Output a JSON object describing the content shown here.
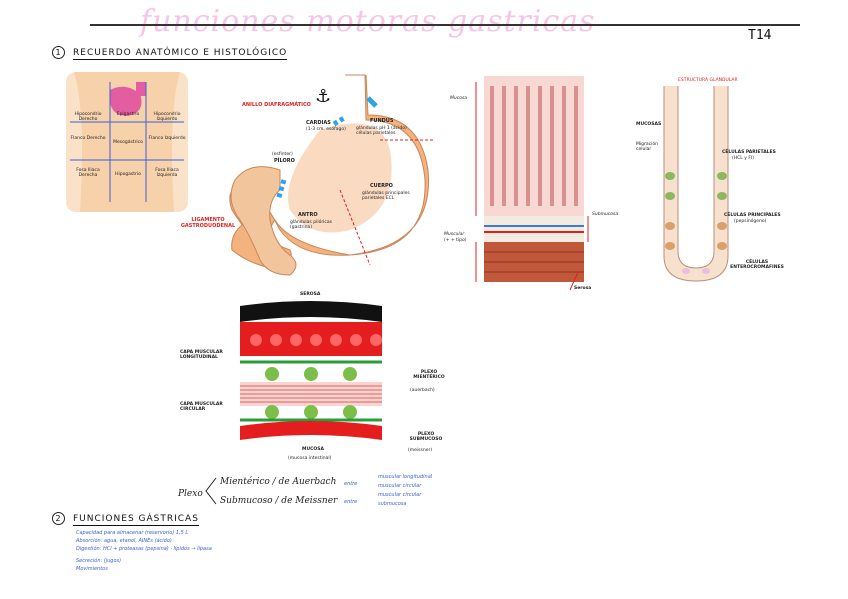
{
  "page": {
    "title": "funciones motoras gastricas",
    "tag": "T14"
  },
  "section1": {
    "number": "1",
    "heading": "Recuerdo anatómico e histológico"
  },
  "section2": {
    "number": "2",
    "heading": "Funciones gástricas"
  },
  "abdomen": {
    "regions": [
      "Hipocondrio Derecho",
      "Epigastrio",
      "Hipocondrio Izquierdo",
      "Flanco Derecho",
      "Mesogástrico",
      "Flanco Izquierdo",
      "Fosa Iliaca Derecha",
      "Hipogastrio",
      "Fosa Iliaca Izquierda"
    ]
  },
  "stomach": {
    "anillo": "ANILLO DIAFRAGMÁTICO",
    "cardias": "CARDIAS",
    "cardias_note": "(1-3 cm. esófago)",
    "fundus": "FUNDUS",
    "fundus_note": "glándulas pH 1 (ácido) células parietales",
    "piloro_note": "(esfínter)",
    "piloro": "PÍLORO",
    "cuerpo": "CUERPO",
    "cuerpo_note": "glándulas principales parietales ECL",
    "antro": "ANTRO",
    "antro_note": "glándulas pilóricas (gastrina)",
    "ligamento": "LIGAMENTO GASTRODUODENAL",
    "colors": {
      "stomach": "#f4b27f",
      "duodenum": "#f2c59c",
      "highlight": "#2ea3e6"
    }
  },
  "mucosa_block": {
    "mucosa": "Mucosa",
    "submucosa": "Submucosa",
    "muscular": "Muscular",
    "muscular_note": "(+ + tipo)",
    "serosa": "Serosa"
  },
  "gland": {
    "title": "ESTRUCTURA GLANDULAR",
    "mucosas": "MUCOSAS",
    "migracion": "Migración celular",
    "parietales": "CÉLULAS PARIETALES",
    "parietales_note": "(HCL y FI)",
    "principales": "CÉLULAS PRINCIPALES",
    "principales_note": "(pepsinógeno)",
    "enterocromafines": "CÉLULAS ENTEROCROMAFINES"
  },
  "wall": {
    "serosa": "SEROSA",
    "longitudinal": "CAPA MUSCULAR LONGITUDINAL",
    "circular": "CAPA MUSCULAR CIRCULAR",
    "mienterico": "PLEXO MIENTÉRICO",
    "mienterico_note": "(auerbach)",
    "submucoso": "PLEXO SUBMUCOSO",
    "submucoso_note": "(meissner)",
    "mucosa": "MUCOSA",
    "mucosa_note": "(mucosa intestinal)"
  },
  "plexos": {
    "label": "Plexo",
    "row1": "Mientérico / de Auerbach",
    "row1_note": "entre",
    "row1_sub1": "muscular longitudinal",
    "row1_sub2": "muscular circular",
    "row2": "Submucoso / de Meissner",
    "row2_note": "entre",
    "row2_sub1": "muscular circular",
    "row2_sub2": "submucosa"
  },
  "functions": [
    "Capacidad para almacenar (reservorio) 1,5 L",
    "Absorción: agua, etanol, AINEs (ácido)",
    "Digestión: HCl + proteasas (pepsina) · lípidos → lipasa",
    "Secreción: (jugos)",
    "Movimientos"
  ]
}
